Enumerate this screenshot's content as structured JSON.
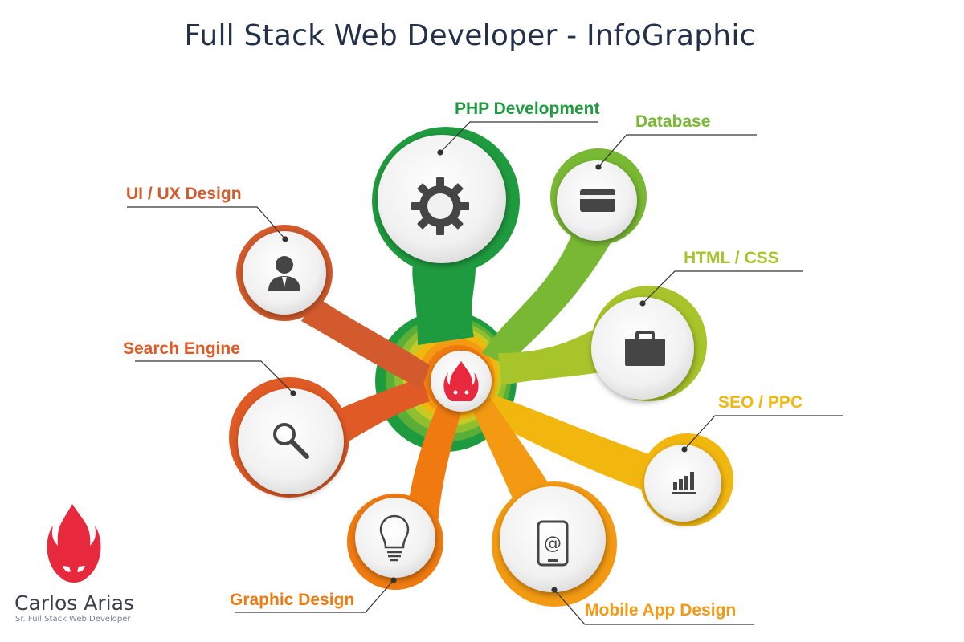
{
  "title": "Full Stack Web Developer - InfoGraphic",
  "colors": {
    "php": "#1f9b3f",
    "database": "#79b833",
    "html": "#a7c52a",
    "seo": "#f2b70f",
    "mobile": "#f39a12",
    "graphic": "#f07a10",
    "search": "#df5a24",
    "uiux": "#d25a2c",
    "flame": "#e8283c"
  },
  "nodes": [
    {
      "key": "php",
      "label": "PHP Development",
      "icon": "gear-icon"
    },
    {
      "key": "database",
      "label": "Database",
      "icon": "credit-card-icon"
    },
    {
      "key": "html",
      "label": "HTML / CSS",
      "icon": "briefcase-icon"
    },
    {
      "key": "seo",
      "label": "SEO / PPC",
      "icon": "bar-chart-icon"
    },
    {
      "key": "mobile",
      "label": "Mobile App Design",
      "icon": "mobile-at-icon"
    },
    {
      "key": "graphic",
      "label": "Graphic Design",
      "icon": "lightbulb-icon"
    },
    {
      "key": "search",
      "label": "Search Engine",
      "icon": "magnifier-icon"
    },
    {
      "key": "uiux",
      "label": "UI / UX Design",
      "icon": "user-icon"
    }
  ],
  "center_icon": "flame-icon",
  "brand": {
    "name": "Carlos Arias",
    "subtitle": "Sr. Full Stack Web Developer",
    "icon": "flame-logo-icon"
  }
}
